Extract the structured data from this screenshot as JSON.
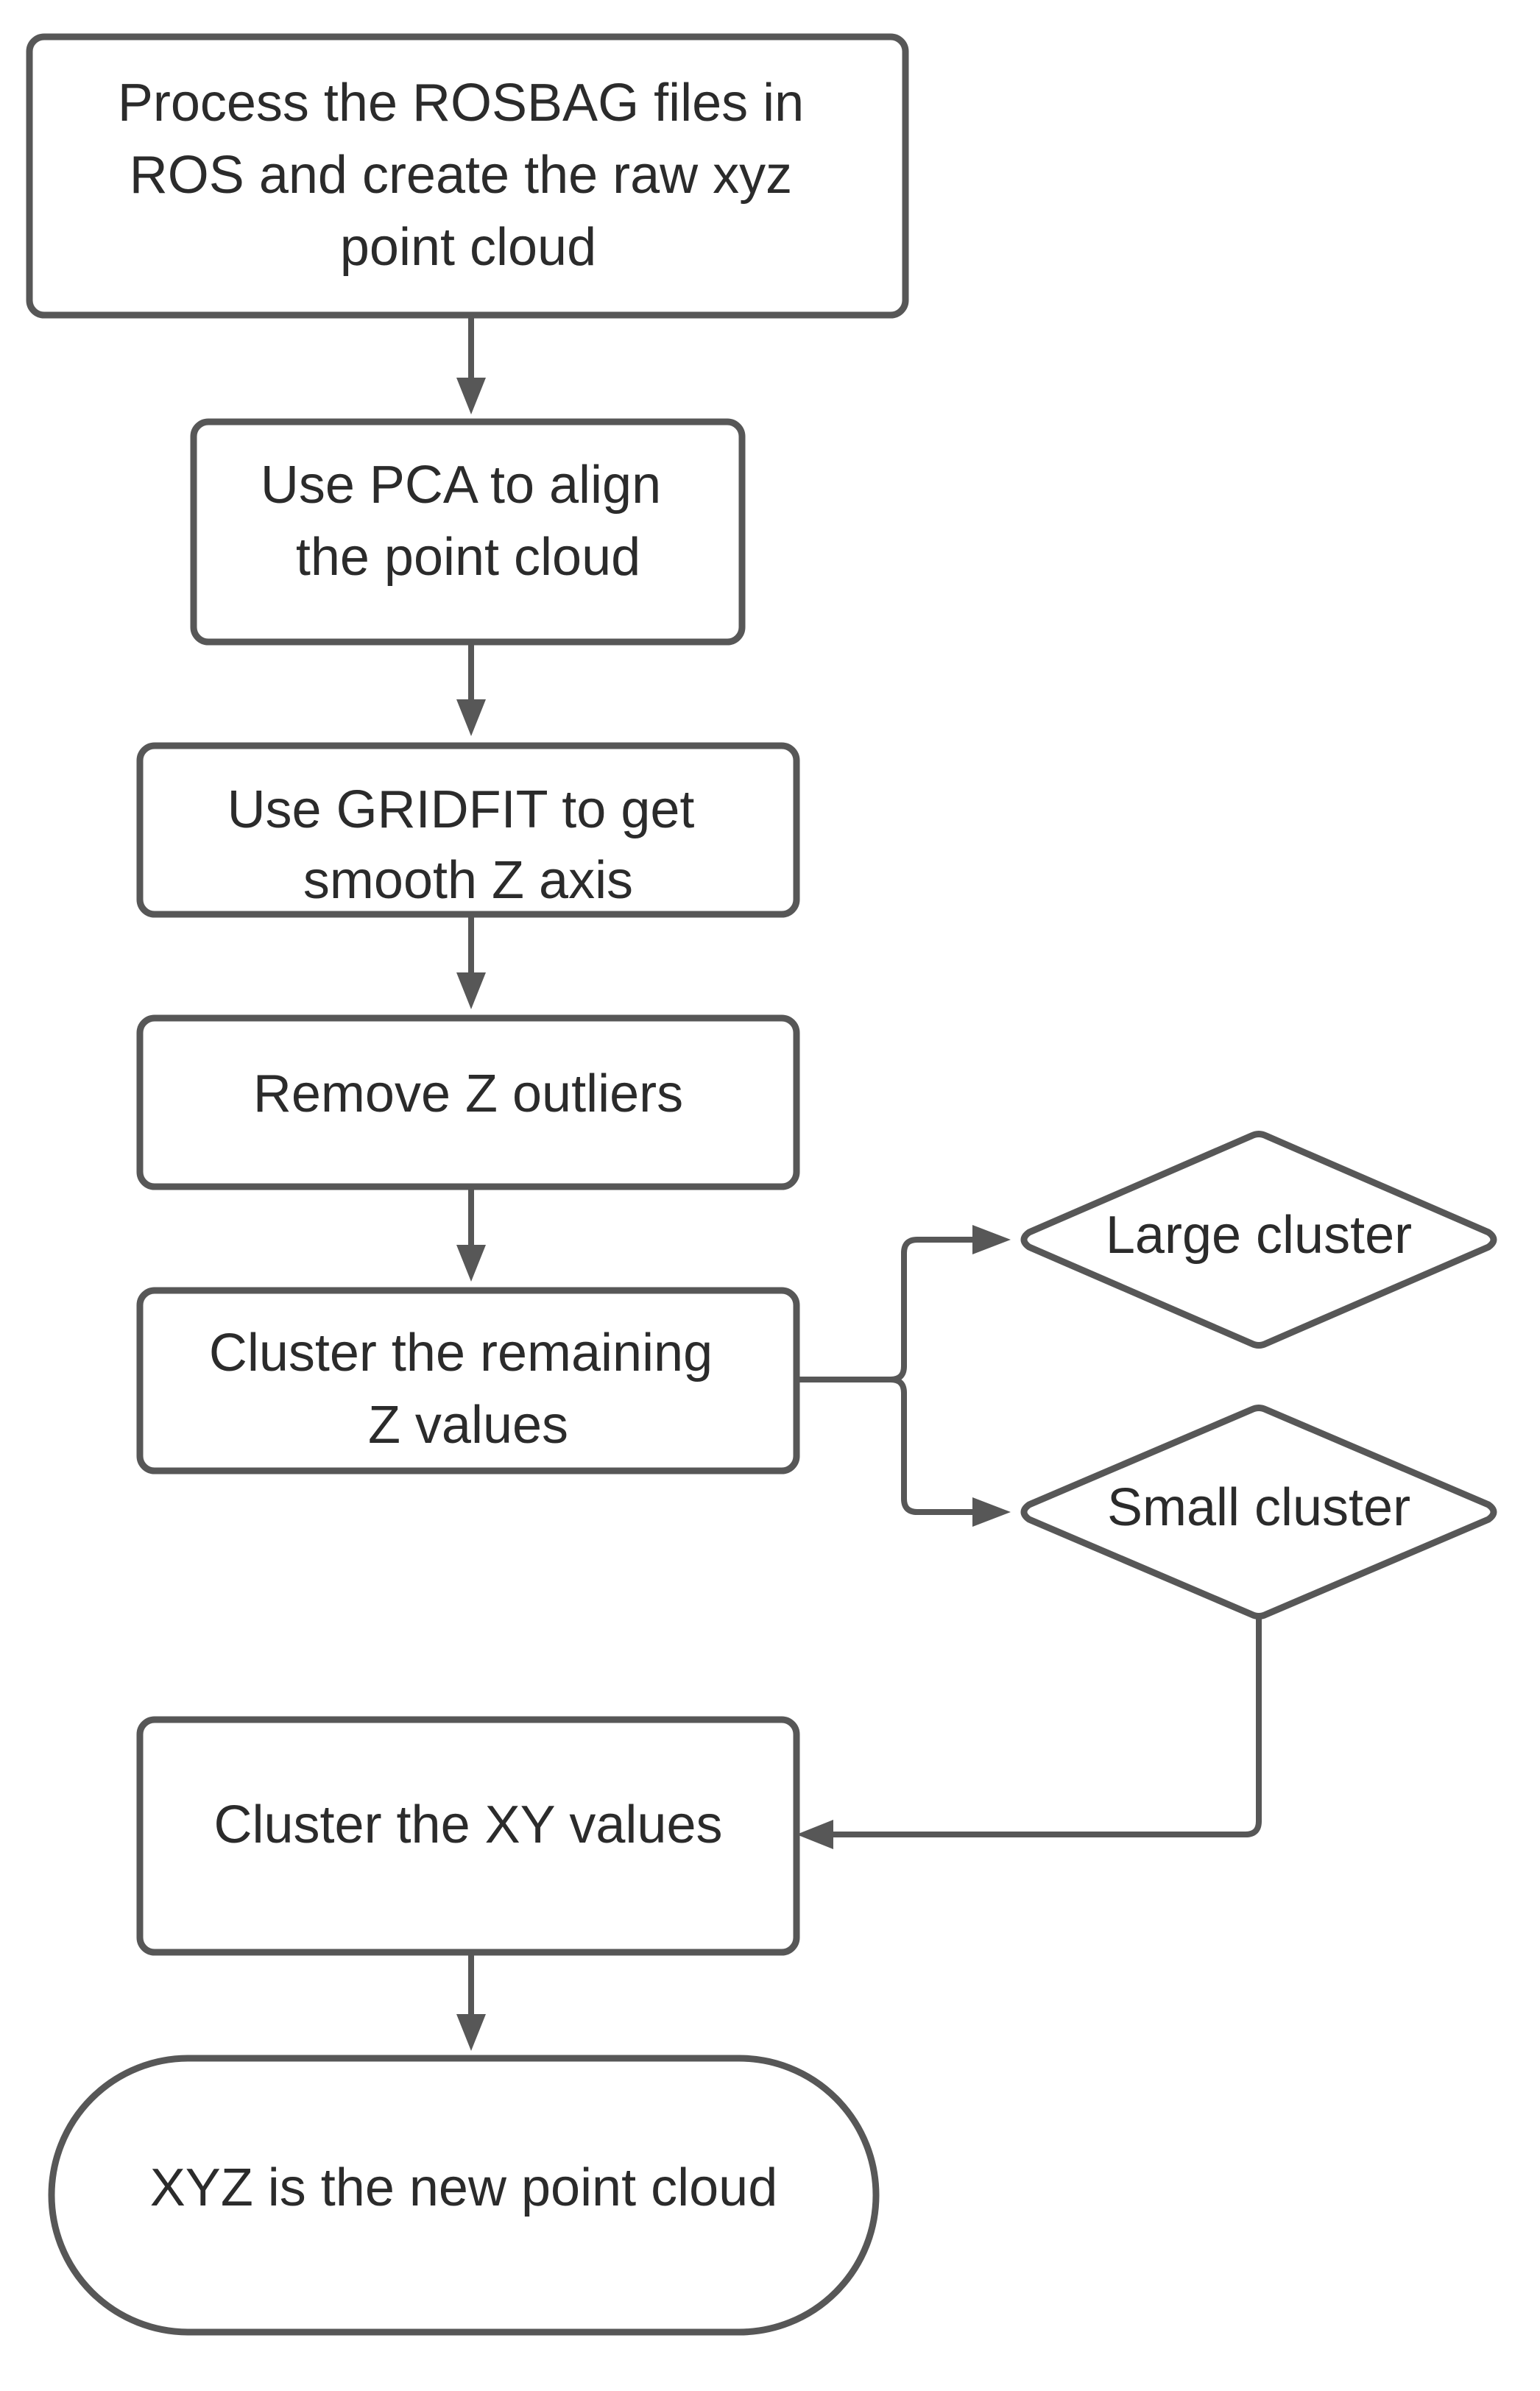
{
  "diagram": {
    "type": "flowchart",
    "colors": {
      "stroke": "#575757",
      "fill": "#ffffff",
      "text": "#2b2b2b"
    },
    "nodes": [
      {
        "id": "process-rosbag",
        "shape": "rectangle",
        "lines": [
          "Process the ROSBAG files in",
          "ROS and create the raw xyz",
          "point cloud"
        ]
      },
      {
        "id": "pca-align",
        "shape": "rectangle",
        "lines": [
          "Use PCA to align",
          "the point cloud"
        ]
      },
      {
        "id": "gridfit",
        "shape": "rectangle",
        "lines": [
          "Use GRIDFIT to get",
          "smooth Z axis"
        ]
      },
      {
        "id": "remove-outliers",
        "shape": "rectangle",
        "lines": [
          "Remove Z outliers"
        ]
      },
      {
        "id": "cluster-z",
        "shape": "rectangle",
        "lines": [
          "Cluster the remaining",
          "Z values"
        ]
      },
      {
        "id": "large-cluster",
        "shape": "diamond",
        "lines": [
          "Large cluster"
        ]
      },
      {
        "id": "small-cluster",
        "shape": "diamond",
        "lines": [
          "Small cluster"
        ]
      },
      {
        "id": "cluster-xy",
        "shape": "rectangle",
        "lines": [
          "Cluster the XY values"
        ]
      },
      {
        "id": "new-point-cloud",
        "shape": "terminal",
        "lines": [
          "XYZ is the new point cloud"
        ]
      }
    ],
    "edges": [
      {
        "from": "process-rosbag",
        "to": "pca-align"
      },
      {
        "from": "pca-align",
        "to": "gridfit"
      },
      {
        "from": "gridfit",
        "to": "remove-outliers"
      },
      {
        "from": "remove-outliers",
        "to": "cluster-z"
      },
      {
        "from": "cluster-z",
        "to": "large-cluster"
      },
      {
        "from": "cluster-z",
        "to": "small-cluster"
      },
      {
        "from": "small-cluster",
        "to": "cluster-xy"
      },
      {
        "from": "cluster-xy",
        "to": "new-point-cloud"
      }
    ]
  }
}
